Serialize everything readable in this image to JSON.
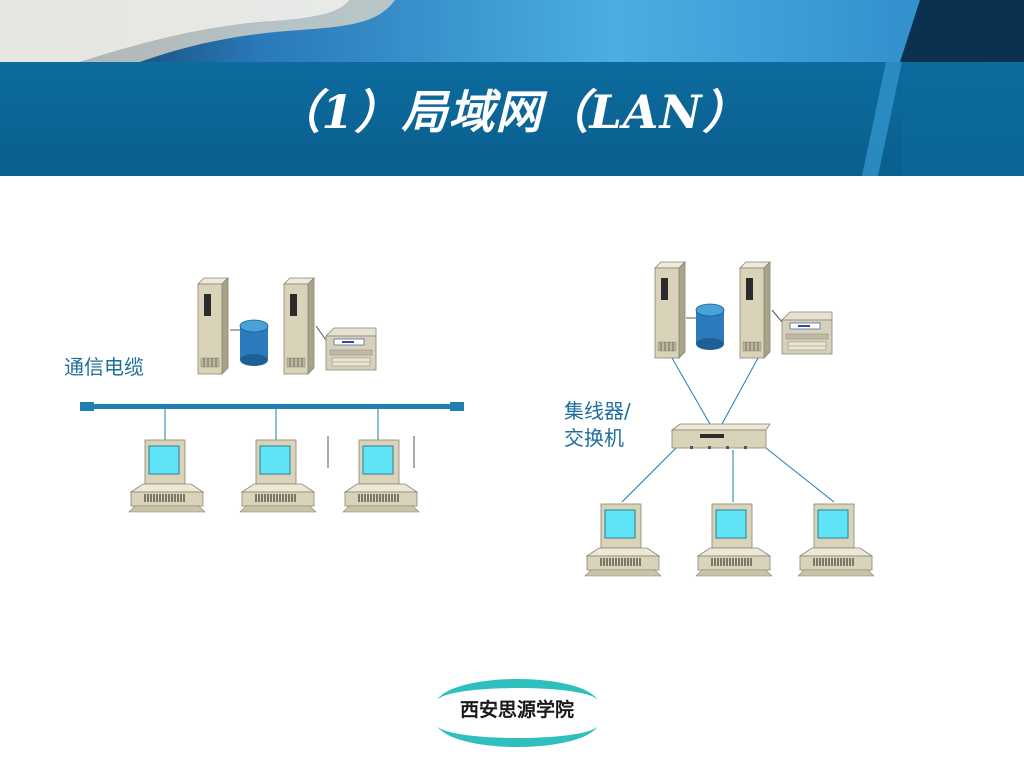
{
  "title": "（1）局域网（LAN）",
  "bus_diagram": {
    "cable_label": "通信电缆"
  },
  "star_diagram": {
    "hub_label_line1": "集线器/",
    "hub_label_line2": "交换机"
  },
  "footer": {
    "logo_text": "西安思源学院"
  },
  "colors": {
    "banner_blue": "#0e6a9c",
    "label_blue": "#1f6f9a",
    "cable_blue": "#1e7fb0",
    "screen_cyan": "#5fe4f7",
    "device_beige": "#d8d2b8",
    "logo_teal": "#2fc0bd"
  }
}
